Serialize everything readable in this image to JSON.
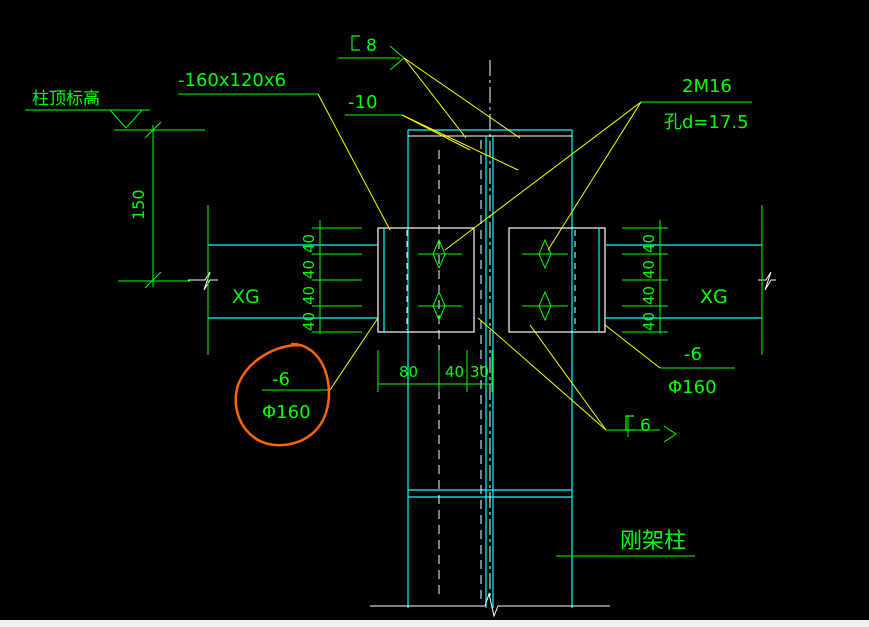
{
  "colors": {
    "background": "#000000",
    "cyan": "#00ffff",
    "white": "#ffffff",
    "green": "#00ff00",
    "yellow": "#ffff00",
    "annotation_circle": "#ff6600"
  },
  "labels": {
    "column_top_elevation": "柱顶标高",
    "plate_top": "-160x120x6",
    "plate_10": "-10",
    "weld_8_symbol": "[",
    "weld_8_size": "8",
    "bolts": "2M16",
    "hole": "孔d=17.5",
    "dim_150": "150",
    "xg_left": "XG",
    "xg_right": "XG",
    "dims_left": [
      "40",
      "40",
      "40",
      "40"
    ],
    "dims_right": [
      "40",
      "40",
      "40",
      "40"
    ],
    "dims_bottom": [
      "80",
      "40",
      "30"
    ],
    "plate_left_thk": "-6",
    "plate_left_dia": "Φ160",
    "plate_right_thk": "-6",
    "plate_right_dia": "Φ160",
    "weld_6_symbol": "[",
    "weld_6_size": "6",
    "rigid_frame_column": "刚架柱"
  }
}
